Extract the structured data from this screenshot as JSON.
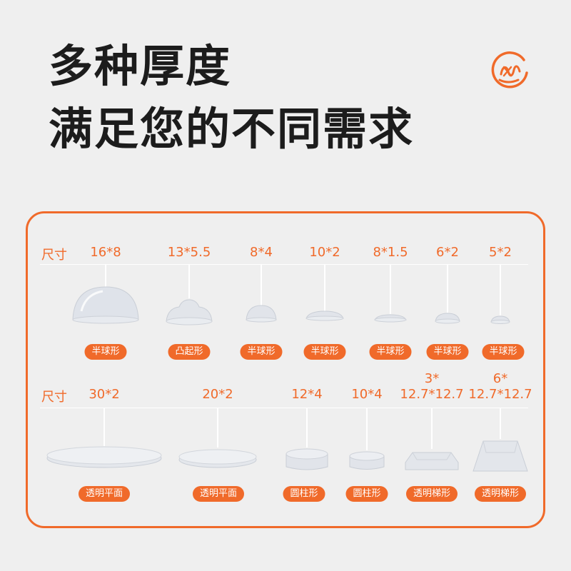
{
  "heading": {
    "line1": "多种厚度",
    "line2": "满足您的不同需求"
  },
  "row1": {
    "label": "尺寸",
    "items": [
      {
        "size": "16*8",
        "shape": "半球形"
      },
      {
        "size": "13*5.5",
        "shape": "凸起形"
      },
      {
        "size": "8*4",
        "shape": "半球形"
      },
      {
        "size": "10*2",
        "shape": "半球形"
      },
      {
        "size": "8*1.5",
        "shape": "半球形"
      },
      {
        "size": "6*2",
        "shape": "半球形"
      },
      {
        "size": "5*2",
        "shape": "半球形"
      }
    ]
  },
  "row2": {
    "label": "尺寸",
    "items": [
      {
        "size": "30*2",
        "shape": "透明平面"
      },
      {
        "size": "20*2",
        "shape": "透明平面"
      },
      {
        "size": "12*4",
        "shape": "圆柱形"
      },
      {
        "size": "10*4",
        "shape": "圆柱形"
      },
      {
        "size": "3*\n12.7*12.7",
        "shape": "透明梯形"
      },
      {
        "size": "6*\n12.7*12.7",
        "shape": "透明梯形"
      }
    ]
  },
  "colors": {
    "accent": "#f06a2a",
    "background": "#efefef",
    "title": "#1c1c1c"
  }
}
